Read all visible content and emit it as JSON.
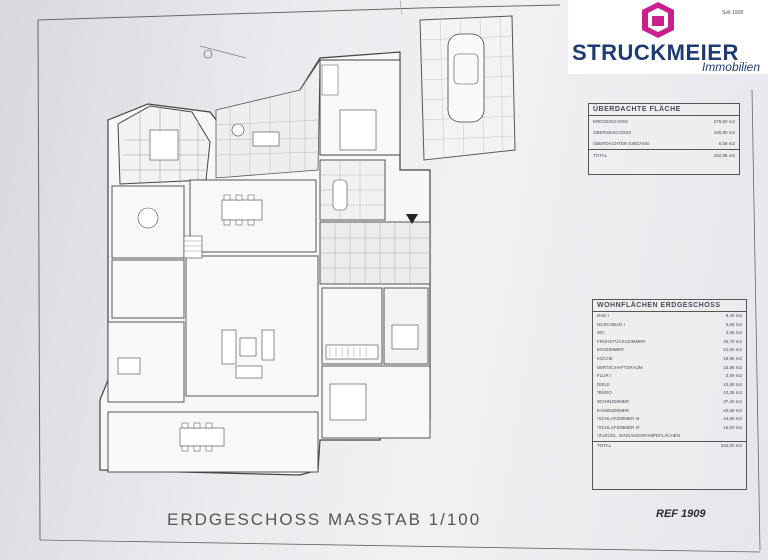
{
  "logo": {
    "brand": "STRUCKMEIER",
    "sub": "Immobilien",
    "since": "Seit 1908",
    "colors": {
      "brand": "#1f3b73",
      "accent": "#c8208c"
    }
  },
  "covered_area": {
    "title": "ÜBERDACHTE FLÄCHE",
    "rows": [
      {
        "label": "ERDGESCHOSS",
        "value": "270,50 m2"
      },
      {
        "label": "OBERGESCHOSS",
        "value": "166,80 m2"
      },
      {
        "label": "ÜBERDACHTER EINGANG",
        "value": "5,58 m2"
      }
    ],
    "total": {
      "label": "TOTAL",
      "value": "442,88 m2"
    }
  },
  "living_area": {
    "title": "WOHNFLÄCHEN ERDGESCHOSS",
    "rows": [
      {
        "label": "BAD I",
        "value": "9,40 m2"
      },
      {
        "label": "DUSCHBAD I",
        "value": "5,66 m2"
      },
      {
        "label": "WC",
        "value": "2,55 m2"
      },
      {
        "label": "FRÜHSTÜCKSZIMMER",
        "value": "25,70 m2"
      },
      {
        "label": "ESSZIMMER",
        "value": "21,50 m2"
      },
      {
        "label": "KÜCHE",
        "value": "18,85 m2"
      },
      {
        "label": "WIRTSCHAFTSRAUM",
        "value": "15,88 m2"
      },
      {
        "label": "FLUR I",
        "value": "3,99 m2"
      },
      {
        "label": "DIELE",
        "value": "10,90 m2"
      },
      {
        "label": "*BÜRO",
        "value": "10,35 m2"
      },
      {
        "label": "WOHNZIMMER",
        "value": "37,40 m2"
      },
      {
        "label": "KAMINZIMMER",
        "value": "40,69 m2"
      },
      {
        "label": "*SCHLAFZIMMER III",
        "value": "16,66 m2"
      },
      {
        "label": "*SCHLAFZIMMER IV",
        "value": "16,00 m2"
      },
      {
        "label": "*ZUZÜGL. EINGANGSRAMPEFLÄCHEN",
        "value": ""
      }
    ],
    "total": {
      "label": "TOTAL",
      "value": "242,00 m2"
    }
  },
  "plan": {
    "title": "ERDGESCHOSS  MASSTAB  1/100",
    "ref": "REF 1909"
  }
}
